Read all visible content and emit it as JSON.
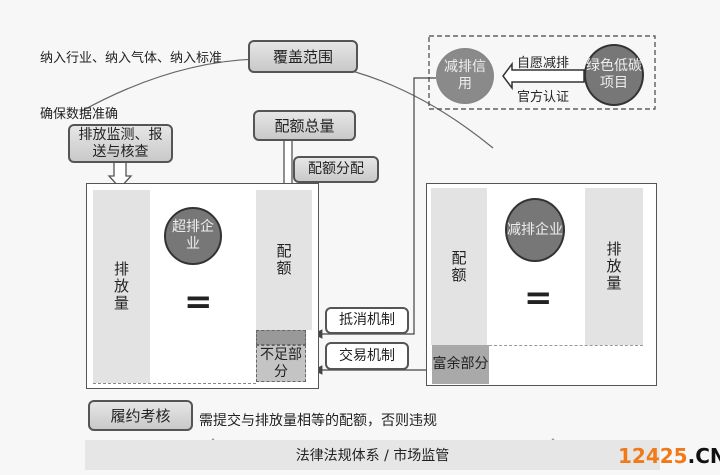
{
  "top": {
    "coverage_note": "纳入行业、纳入气体、纳入标准",
    "coverage_label": "覆盖范围",
    "accuracy_note": "确保数据准确",
    "mrv_label": "排放监测、报送与核查",
    "cap_label": "配额总量",
    "allocation_label": "配额分配"
  },
  "credit": {
    "credit_label": "减排信用",
    "project_label": "绿色低碳项目",
    "voluntary_label": "自愿减排",
    "certification_label": "官方认证"
  },
  "left_panel": {
    "emissions_label": "排放量",
    "company_label": "超排企业",
    "equals": "=",
    "allowance_label": "配额",
    "shortfall_label": "不足部分"
  },
  "right_panel": {
    "allowance_label": "配额",
    "company_label": "减排企业",
    "equals": "=",
    "emissions_label": "排放量",
    "surplus_label": "富余部分"
  },
  "mechanisms": {
    "offset_label": "抵消机制",
    "trading_label": "交易机制"
  },
  "compliance": {
    "label": "履约考核",
    "note": "需提交与排放量相等的配额，否则违规"
  },
  "foundation": {
    "label": "法律法规体系 / 市场监管"
  },
  "watermark": {
    "number": "12425",
    "suffix": ".CN",
    "color": "#f07a1a"
  }
}
